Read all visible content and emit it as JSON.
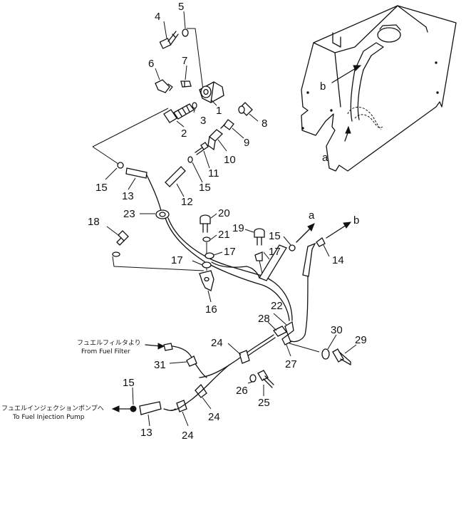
{
  "callouts": {
    "n1": "1",
    "n2": "2",
    "n3": "3",
    "n4": "4",
    "n5": "5",
    "n6": "6",
    "n7": "7",
    "n8": "8",
    "n9": "9",
    "n10": "10",
    "n11": "11",
    "n12": "12",
    "n13": "13",
    "n14": "14",
    "n15": "15",
    "n16": "16",
    "n17": "17",
    "n18": "18",
    "n19": "19",
    "n20": "20",
    "n21": "21",
    "n22": "22",
    "n23": "23",
    "n24": "24",
    "n25": "25",
    "n26": "26",
    "n27": "27",
    "n28": "28",
    "n29": "29",
    "n30": "30",
    "n31": "31",
    "a": "a",
    "b": "b"
  },
  "captions": {
    "fuel_filter_jp": "フュエルフィルタより",
    "fuel_filter_en": "From Fuel Filter",
    "injection_pump_jp": "フュエルインジェクションポンプへ",
    "injection_pump_en": "To Fuel Injection Pump"
  }
}
